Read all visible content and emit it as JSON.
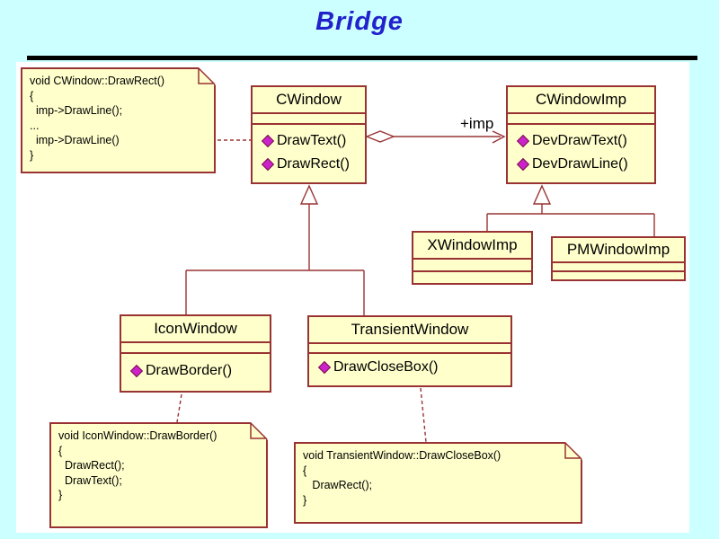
{
  "slide": {
    "title": "Bridge"
  },
  "colors": {
    "slide_background": "#CCFFFF",
    "canvas_background": "#FFFFFF",
    "box_fill": "#FFFFCC",
    "box_border": "#993333",
    "operation_icon": "#CC22CC",
    "title_text": "#2222CC",
    "rule": "#000000"
  },
  "classes": {
    "cwindow": {
      "name": "CWindow",
      "ops": [
        "DrawText()",
        "DrawRect()"
      ]
    },
    "cwindowimp": {
      "name": "CWindowImp",
      "ops": [
        "DevDrawText()",
        "DevDrawLine()"
      ]
    },
    "xwindowimp": {
      "name": "XWindowImp",
      "ops": []
    },
    "pmwindowimp": {
      "name": "PMWindowImp",
      "ops": []
    },
    "iconwindow": {
      "name": "IconWindow",
      "ops": [
        "DrawBorder()"
      ]
    },
    "transientwindow": {
      "name": "TransientWindow",
      "ops": [
        "DrawCloseBox()"
      ]
    }
  },
  "notes": {
    "cwindow_drawrect": {
      "lines": [
        "void CWindow::DrawRect()",
        "{",
        "  imp->DrawLine();",
        "...",
        "  imp->DrawLine()",
        "}"
      ]
    },
    "iconwindow_drawborder": {
      "lines": [
        "void IconWindow::DrawBorder()",
        "{",
        "  DrawRect();",
        "  DrawText();",
        "}"
      ]
    },
    "transientwindow_drawclosebox": {
      "lines": [
        "void TransientWindow::DrawCloseBox()",
        "{",
        "   DrawRect();",
        "}"
      ]
    }
  },
  "relations": {
    "aggregation_label": "+imp"
  }
}
